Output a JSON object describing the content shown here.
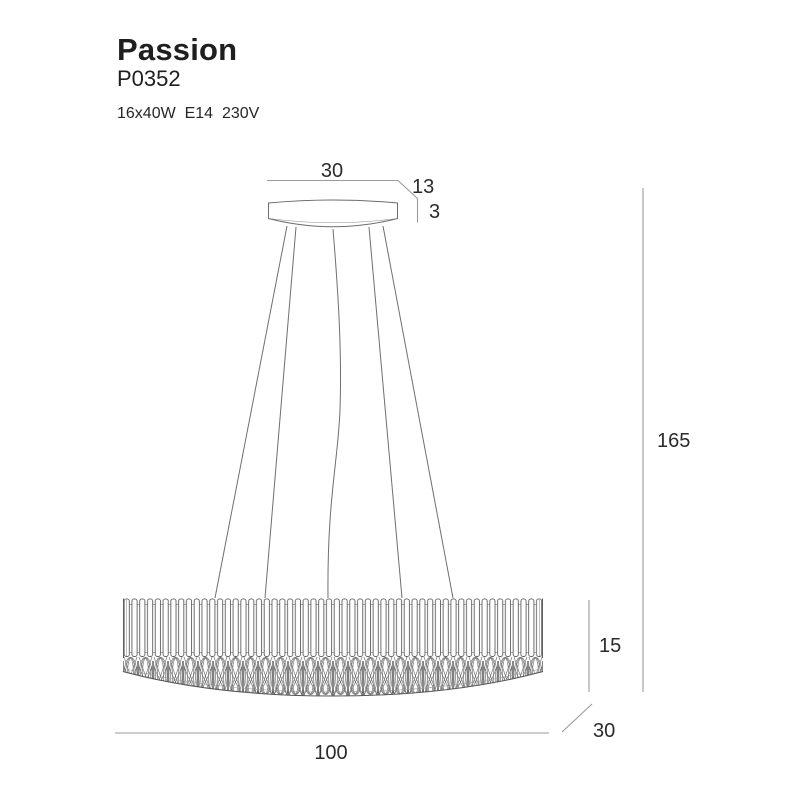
{
  "product": {
    "name": "Passion",
    "code": "P0352",
    "spec": "16x40W  E14  230V"
  },
  "drawing": {
    "type": "pendant-lamp-technical-drawing",
    "dimensions": {
      "canopy_width": "30",
      "ceiling_offset": "13",
      "canopy_height": "3",
      "total_height": "165",
      "shade_height": "15",
      "shade_depth": "30",
      "shade_width": "100"
    }
  },
  "colors": {
    "background": "#ffffff",
    "outline": "#5f5f5f",
    "light_line": "#9a9a9a",
    "text": "#2b2b2b"
  }
}
